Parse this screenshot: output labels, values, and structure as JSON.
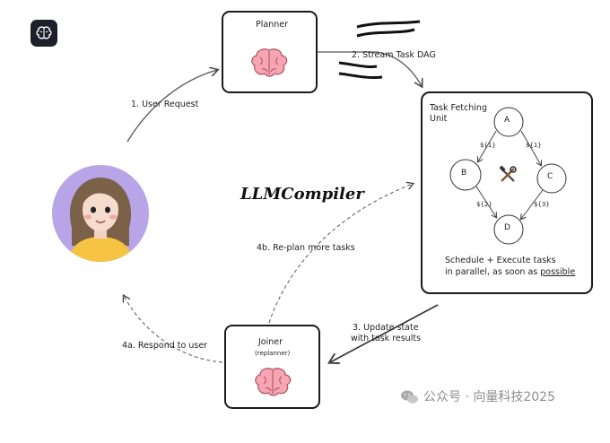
{
  "title": "LLMCompiler",
  "planner": {
    "label": "Planner"
  },
  "joiner": {
    "label": "Joiner",
    "sublabel": "(replanner)"
  },
  "task_unit": {
    "label_line1": "Task Fetching",
    "label_line2": "Unit",
    "nodes": [
      "A",
      "B",
      "C",
      "D"
    ],
    "edge_labels": [
      "${1}",
      "${1}",
      "${2}",
      "${3}"
    ],
    "caption_line1": "Schedule + Execute tasks",
    "caption_line2_prefix": "in parallel, as soon as ",
    "caption_line2_emph": "possible"
  },
  "steps": {
    "s1": "1. User Request",
    "s2": "2. Stream Task DAG",
    "s3_line1": "3. Update state",
    "s3_line2": "with task results",
    "s4a": "4a. Respond to user",
    "s4b": "4b. Re-plan more tasks"
  },
  "watermark": "公众号 · 向量科技2025",
  "icons": [
    "brain-icon",
    "tools-icon",
    "wechat-icon",
    "user-avatar"
  ]
}
